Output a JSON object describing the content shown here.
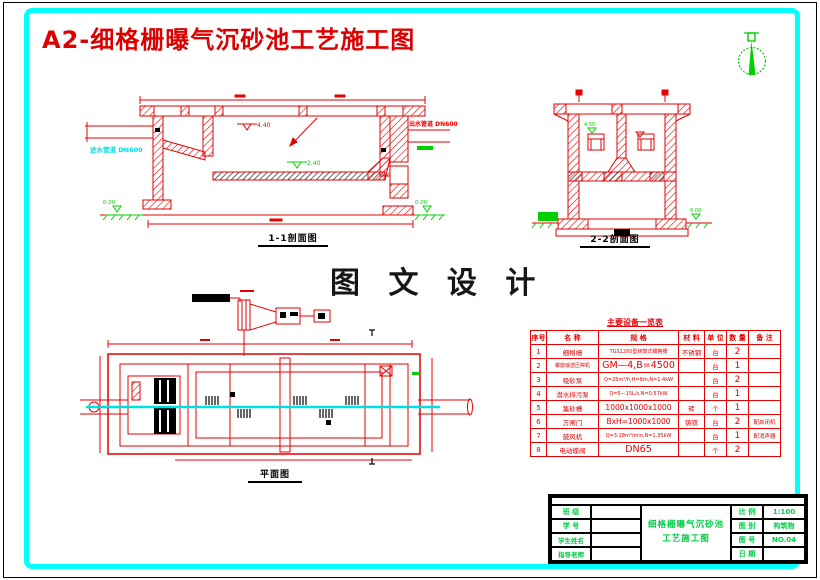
{
  "page": {
    "title": "A2-细格栅曝气沉砂池工艺施工图",
    "watermark": "图 文 设 计"
  },
  "views": {
    "section1": {
      "label": "1-1剖面图",
      "inlet_label": "进水管道 DN600",
      "outlet_label": "出水管道 DN600",
      "elev_top": "4.40",
      "elev_mid": "2.40",
      "elev_ground_left": "0.00",
      "elev_ground_right": "0.00"
    },
    "section2": {
      "label": "2-2剖面图",
      "elev_top": "4.50",
      "elev_ground": "0.00"
    },
    "plan": {
      "label": "平面图"
    }
  },
  "equipment_table": {
    "title": "主要设备一览表",
    "headers": [
      "序号",
      "名 称",
      "规 格",
      "材 料",
      "单 位",
      "数 量",
      "备 注"
    ],
    "rows": [
      [
        "1",
        "细格栅",
        "TGS1200型转鼓式细格栅",
        "不锈钢",
        "台",
        "2",
        ""
      ],
      [
        "2",
        "螺旋输送压榨机",
        "GM—4,B=4500",
        "",
        "台",
        "1",
        ""
      ],
      [
        "3",
        "吸砂泵",
        "Q=25m³/h,H=8m,N=1.4kW",
        "",
        "台",
        "2",
        ""
      ],
      [
        "4",
        "潜水排污泵",
        "Q=5—15L/s,N=0.57kW",
        "",
        "台",
        "1",
        ""
      ],
      [
        "5",
        "集砂槽",
        "1000x1000x1000",
        "砖",
        "个",
        "1",
        ""
      ],
      [
        "6",
        "方闸门",
        "BxH=1000x1000",
        "铸铁",
        "台",
        "2",
        "配启闭机"
      ],
      [
        "7",
        "鼓风机",
        "Q=3.18m³/min,N=1.35kW",
        "",
        "台",
        "1",
        "配消声器"
      ],
      [
        "8",
        "电动蝶阀",
        "DN65",
        "",
        "个",
        "2",
        ""
      ]
    ]
  },
  "title_block": {
    "left_rows": [
      {
        "label": "班 级",
        "value": ""
      },
      {
        "label": "学 号",
        "value": ""
      },
      {
        "label": "学生姓名",
        "value": ""
      },
      {
        "label": "指导老师",
        "value": ""
      }
    ],
    "drawing_title_line1": "细格栅曝气沉砂池",
    "drawing_title_line2": "工艺施工图",
    "right_rows": [
      {
        "label": "比 例",
        "value": "1:100"
      },
      {
        "label": "图 别",
        "value": "构筑物"
      },
      {
        "label": "图 号",
        "value": "NO.04"
      },
      {
        "label": "日 期",
        "value": ""
      }
    ]
  },
  "colors": {
    "drawing_red": "#e60000",
    "frame_cyan": "#00ffff",
    "symbol_green": "#00d000",
    "titleblock_green": "#00cc44",
    "label_black": "#000000"
  }
}
